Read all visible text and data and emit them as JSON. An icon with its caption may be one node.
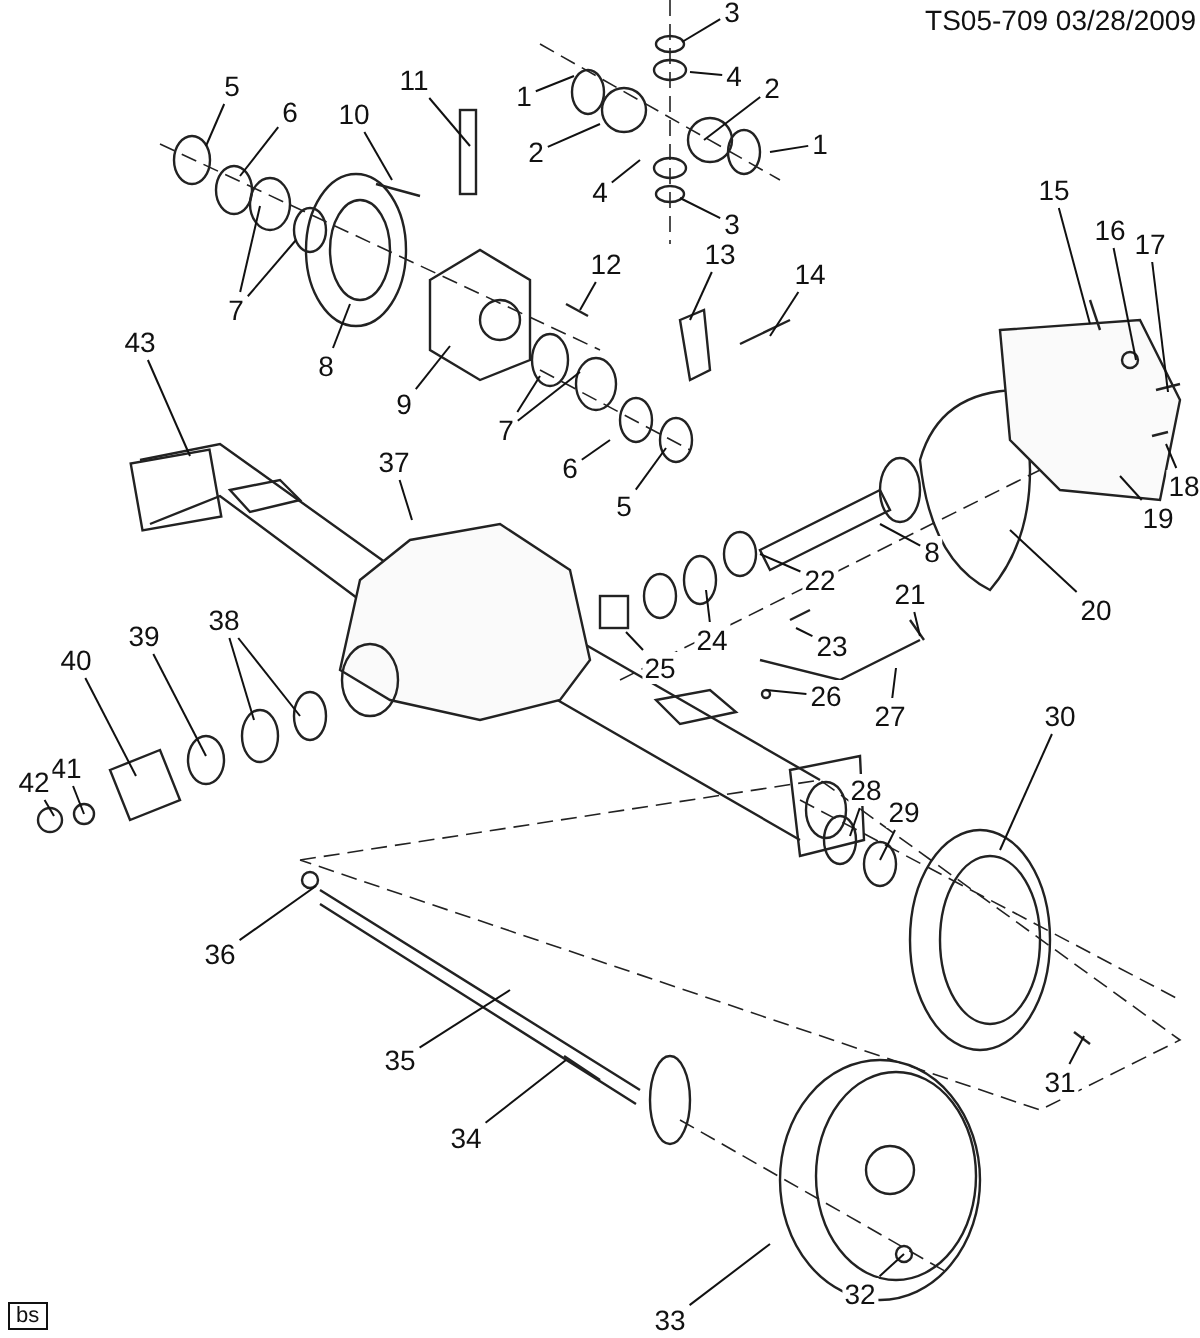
{
  "diagram": {
    "nodes": [
      {
        "text": [
          "3"
        ]
      },
      {
        "text": [
          "4"
        ]
      },
      {
        "text": [
          "2"
        ]
      },
      {
        "text": [
          "5"
        ]
      },
      {
        "text": [
          "1"
        ]
      },
      {
        "text": [
          "11"
        ]
      },
      {
        "text": [
          "6"
        ]
      },
      {
        "text": [
          "10"
        ]
      },
      {
        "text": [
          "2"
        ]
      },
      {
        "text": [
          "1"
        ]
      },
      {
        "text": [
          "15"
        ]
      },
      {
        "text": [
          "4"
        ]
      },
      {
        "text": [
          "3"
        ]
      },
      {
        "text": [
          "16"
        ]
      },
      {
        "text": [
          "17"
        ]
      },
      {
        "text": [
          "13"
        ]
      },
      {
        "text": [
          "12"
        ]
      },
      {
        "text": [
          "14"
        ]
      },
      {
        "text": [
          "7"
        ]
      },
      {
        "text": [
          "43"
        ]
      },
      {
        "text": [
          "8"
        ]
      },
      {
        "text": [
          "9"
        ]
      },
      {
        "text": [
          "7"
        ]
      },
      {
        "text": [
          "37"
        ]
      },
      {
        "text": [
          "6"
        ]
      },
      {
        "text": [
          "18"
        ]
      },
      {
        "text": [
          "5"
        ]
      },
      {
        "text": [
          "19"
        ]
      },
      {
        "text": [
          "8"
        ]
      },
      {
        "text": [
          "22"
        ]
      },
      {
        "text": [
          "21"
        ]
      },
      {
        "text": [
          "20"
        ]
      },
      {
        "text": [
          "38"
        ]
      },
      {
        "text": [
          "39"
        ]
      },
      {
        "text": [
          "24"
        ]
      },
      {
        "text": [
          "23"
        ]
      },
      {
        "text": [
          "40"
        ]
      },
      {
        "text": [
          "25"
        ]
      },
      {
        "text": [
          "26"
        ]
      },
      {
        "text": [
          "27"
        ]
      },
      {
        "text": [
          "30"
        ]
      },
      {
        "text": [
          "41"
        ]
      },
      {
        "text": [
          "42"
        ]
      },
      {
        "text": [
          "28"
        ]
      },
      {
        "text": [
          "29"
        ]
      },
      {
        "text": [
          "36"
        ]
      },
      {
        "text": [
          "35"
        ]
      },
      {
        "text": [
          "31"
        ]
      },
      {
        "text": [
          "34"
        ]
      },
      {
        "text": [
          "32"
        ]
      },
      {
        "text": [
          "33"
        ]
      }
    ],
    "edges": [
      {
        "from": 0,
        "to": null,
        "arrow": "none"
      },
      {
        "from": 1,
        "to": null,
        "arrow": "none"
      },
      {
        "from": 2,
        "to": null,
        "arrow": "none"
      },
      {
        "from": 3,
        "to": null,
        "arrow": "none"
      },
      {
        "from": 4,
        "to": null,
        "arrow": "none"
      },
      {
        "from": 5,
        "to": null,
        "arrow": "none"
      },
      {
        "from": 6,
        "to": null,
        "arrow": "none"
      },
      {
        "from": 7,
        "to": null,
        "arrow": "none"
      },
      {
        "from": 8,
        "to": null,
        "arrow": "none"
      },
      {
        "from": 9,
        "to": null,
        "arrow": "none"
      },
      {
        "from": 10,
        "to": null,
        "arrow": "none"
      },
      {
        "from": 11,
        "to": null,
        "arrow": "none"
      },
      {
        "from": 12,
        "to": null,
        "arrow": "none"
      },
      {
        "from": 13,
        "to": null,
        "arrow": "none"
      },
      {
        "from": 14,
        "to": null,
        "arrow": "none"
      },
      {
        "from": 15,
        "to": null,
        "arrow": "none"
      },
      {
        "from": 16,
        "to": null,
        "arrow": "none"
      },
      {
        "from": 17,
        "to": null,
        "arrow": "none"
      },
      {
        "from": 18,
        "to": null,
        "arrow": "none"
      },
      {
        "from": 19,
        "to": null,
        "arrow": "none"
      },
      {
        "from": 20,
        "to": null,
        "arrow": "none"
      },
      {
        "from": 21,
        "to": null,
        "arrow": "none"
      },
      {
        "from": 22,
        "to": null,
        "arrow": "none"
      },
      {
        "from": 23,
        "to": null,
        "arrow": "none"
      },
      {
        "from": 24,
        "to": null,
        "arrow": "none"
      },
      {
        "from": 25,
        "to": null,
        "arrow": "none"
      },
      {
        "from": 26,
        "to": null,
        "arrow": "none"
      },
      {
        "from": 27,
        "to": null,
        "arrow": "none"
      },
      {
        "from": 28,
        "to": null,
        "arrow": "none"
      },
      {
        "from": 29,
        "to": null,
        "arrow": "none"
      },
      {
        "from": 30,
        "to": null,
        "arrow": "none"
      },
      {
        "from": 31,
        "to": null,
        "arrow": "none"
      },
      {
        "from": 32,
        "to": null,
        "arrow": "none"
      },
      {
        "from": 33,
        "to": null,
        "arrow": "none"
      },
      {
        "from": 34,
        "to": null,
        "arrow": "none"
      },
      {
        "from": 35,
        "to": null,
        "arrow": "none"
      },
      {
        "from": 36,
        "to": null,
        "arrow": "none"
      },
      {
        "from": 37,
        "to": null,
        "arrow": "none"
      },
      {
        "from": 38,
        "to": null,
        "arrow": "none"
      },
      {
        "from": 39,
        "to": null,
        "arrow": "none"
      },
      {
        "from": 40,
        "to": null,
        "arrow": "none"
      },
      {
        "from": 41,
        "to": null,
        "arrow": "none"
      },
      {
        "from": 42,
        "to": null,
        "arrow": "none"
      },
      {
        "from": 43,
        "to": null,
        "arrow": "none"
      },
      {
        "from": 44,
        "to": null,
        "arrow": "none"
      },
      {
        "from": 45,
        "to": null,
        "arrow": "none"
      },
      {
        "from": 46,
        "to": null,
        "arrow": "none"
      },
      {
        "from": 47,
        "to": null,
        "arrow": "none"
      },
      {
        "from": 48,
        "to": null,
        "arrow": "none"
      },
      {
        "from": 49,
        "to": null,
        "arrow": "none"
      },
      {
        "from": 50,
        "to": null,
        "arrow": "none"
      },
      {
        "from": 18,
        "to": null,
        "arrow": "none"
      },
      {
        "from": 22,
        "to": null,
        "arrow": "none"
      },
      {
        "from": 32,
        "to": null,
        "arrow": "none"
      }
    ],
    "labels": [
      "TS05-709 03/28/2009",
      "bs"
    ]
  }
}
